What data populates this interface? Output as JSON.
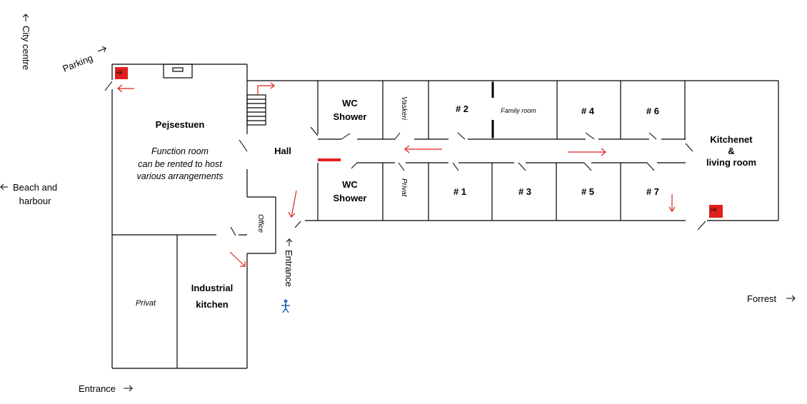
{
  "compass": {
    "city_centre": "City centre",
    "parking": "Parking",
    "beach_line1": "Beach and",
    "beach_line2": "harbour",
    "entrance_bottom": "Entrance",
    "entrance_main": "Entrance",
    "forrest": "Forrest"
  },
  "rooms": {
    "pejsestuen": "Pejsestuen",
    "function_line1": "Function room",
    "function_line2": "can be rented to host",
    "function_line3": "various arrangements",
    "hall": "Hall",
    "office": "Office",
    "privat_left": "Privat",
    "industrial_line1": "Industrial",
    "industrial_line2": "kitchen",
    "wc_top_line1": "WC",
    "wc_top_line2": "Shower",
    "wc_bottom_line1": "WC",
    "wc_bottom_line2": "Shower",
    "vaskeri": "Vaskeri",
    "privat_mid": "Privat",
    "room2": "# 2",
    "family_room": "Family room",
    "room4": "# 4",
    "room6": "# 6",
    "room1": "# 1",
    "room3": "# 3",
    "room5": "# 5",
    "room7": "# 7",
    "kitchenet_line1": "Kitchenet",
    "kitchenet_line2": "&",
    "kitchenet_line3": "living room"
  },
  "extinguishers": {
    "label": "HB"
  },
  "colors": {
    "wall": "#000000",
    "escape_arrow": "#e0201e",
    "extinguisher": "#e0201e",
    "person": "#2f6db5"
  }
}
